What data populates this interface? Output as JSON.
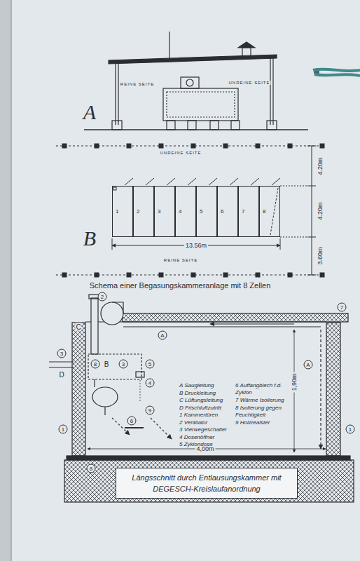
{
  "diagram": {
    "caption": "Schema einer Begasungskammeranlage mit 8 Zellen",
    "nodes": [
      {
        "text": [
          "1"
        ]
      },
      {
        "text": [
          "2"
        ]
      },
      {
        "text": [
          "3"
        ]
      },
      {
        "text": [
          "4"
        ]
      },
      {
        "text": [
          "5"
        ]
      },
      {
        "text": [
          "6"
        ]
      },
      {
        "text": [
          "7"
        ]
      },
      {
        "text": [
          "8"
        ]
      },
      {
        "text": [
          "Längsschnitt durch Entlausungskammer mit DEGESCH-Kreislaufanordnung"
        ]
      }
    ],
    "labels": [
      "A",
      "REINE SEITE",
      "UNREINE SEITE",
      "UNREINE SEITE",
      "4.20m",
      "4.20m",
      "3.60m",
      "B",
      "13.56m",
      "REINE SEITE",
      "C",
      "2",
      "3",
      "D",
      "8",
      "B",
      "3",
      "5",
      "4",
      "A",
      "9",
      "6",
      "1",
      "1",
      "7",
      "A",
      "1,90m",
      "4,00m",
      "8",
      "A Saugleitung",
      "B Druckleitung",
      "C Lüftungsleitung",
      "D Frischluftzutritt",
      "1 Kammertüren",
      "2 Ventilator",
      "3 Vierwegeschalter",
      "4 Dosenöffner",
      "5 Zyklondose",
      "6 Auffangblech f.d. Zyklon",
      "7 Wärme Isolierung",
      "8 Isolierung gegen Feuchtigkeit",
      "9 Holzrealster"
    ]
  }
}
